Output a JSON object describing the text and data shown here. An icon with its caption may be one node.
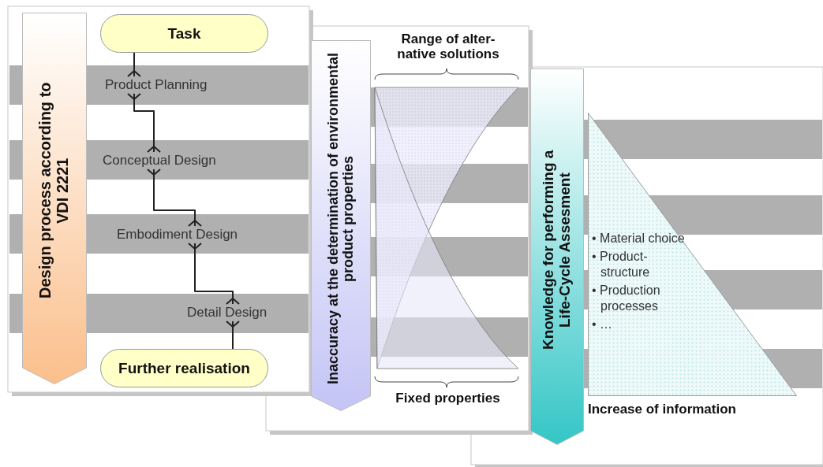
{
  "diagram": {
    "nodes": [
      {
        "text": [
          "Task"
        ]
      },
      {
        "text": [
          "Product Planning"
        ]
      },
      {
        "text": [
          "Conceptual Design"
        ]
      },
      {
        "text": [
          "Embodiment Design"
        ]
      },
      {
        "text": [
          "Detail Design"
        ]
      },
      {
        "text": [
          "Further realisation"
        ]
      },
      {
        "text": [
          "Design process according to VDI 2221"
        ]
      },
      {
        "text": [
          "Inaccuracy at the determination of environmental product properties"
        ]
      },
      {
        "text": [
          "Knowledge for performing a Life-Cycle Assesment"
        ]
      },
      {
        "text": [
          "• Material choice",
          "• Product-structure",
          "• Production processes",
          "• …"
        ]
      }
    ],
    "edges": [
      {
        "from": 0,
        "to": 1,
        "arrow": "other"
      },
      {
        "from": 1,
        "to": 2,
        "arrow": "other"
      },
      {
        "from": 2,
        "to": 3,
        "arrow": "other"
      },
      {
        "from": 3,
        "to": 4,
        "arrow": "other"
      },
      {
        "from": 4,
        "to": 5,
        "arrow": "other"
      }
    ],
    "labels": [
      "Range of alter-native solutions",
      "Fixed properties",
      "Increase of information"
    ]
  }
}
